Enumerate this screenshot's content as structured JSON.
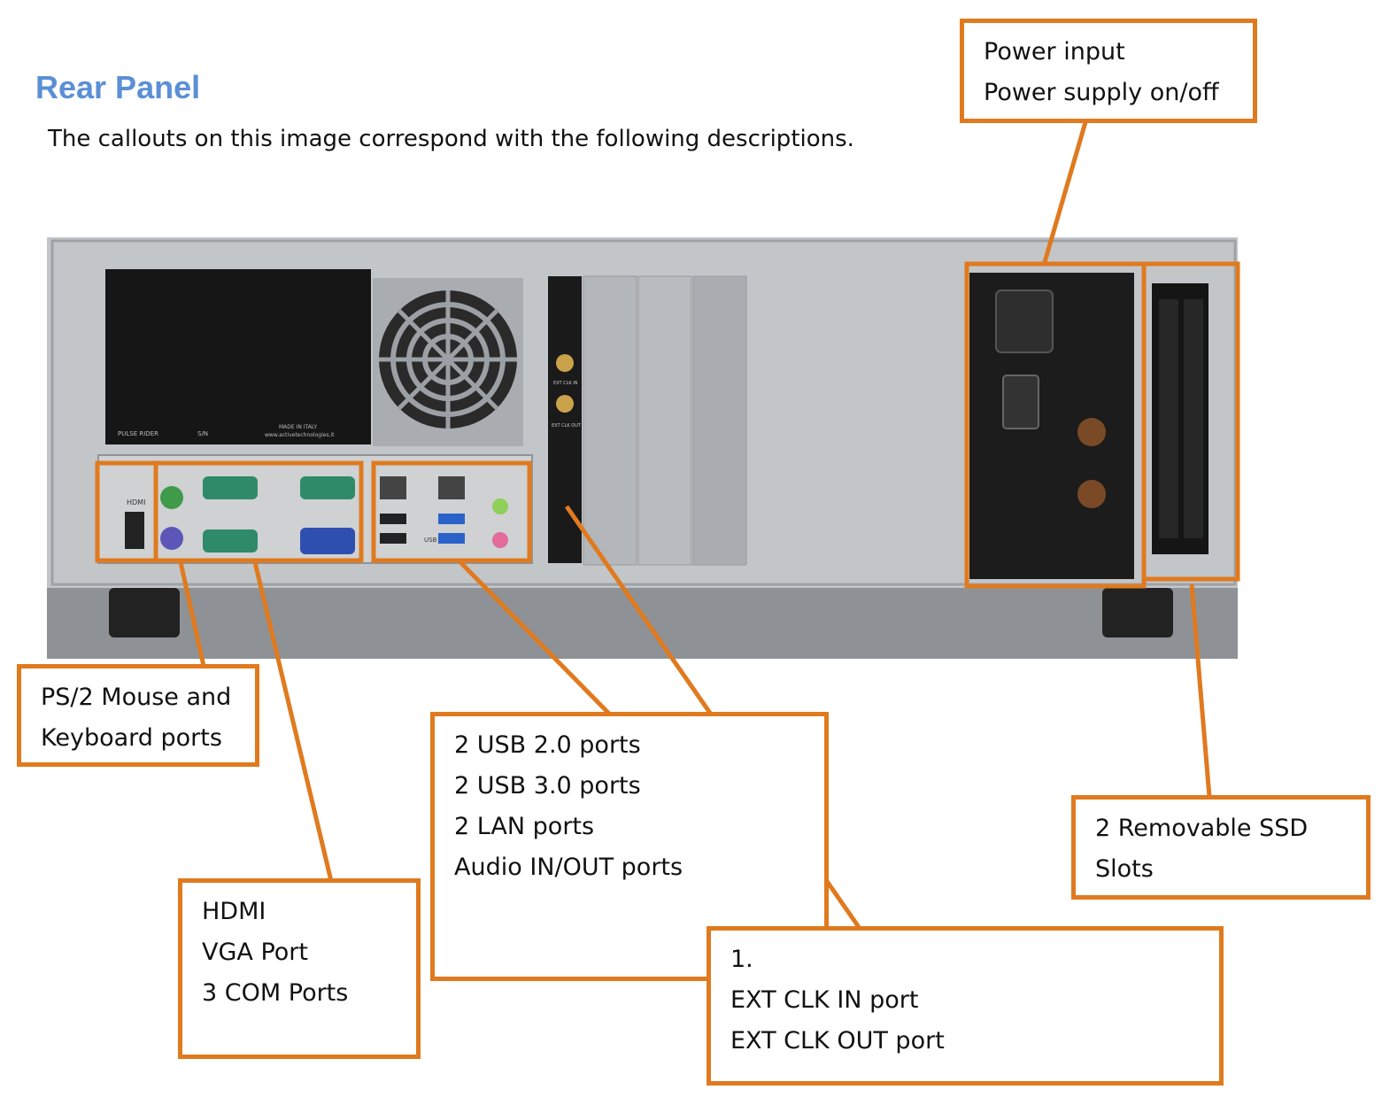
{
  "heading": "Rear Panel",
  "intro": "The callouts on this image correspond with the following descriptions.",
  "colors": {
    "heading": "#5b8fd6",
    "callout_border": "#e07a1f"
  },
  "callouts": {
    "power": [
      "Power input",
      "Power supply on/off"
    ],
    "ps2": [
      "PS/2 Mouse and",
      "Keyboard ports"
    ],
    "usb": [
      "2 USB 2.0 ports",
      "2 USB 3.0 ports",
      "2 LAN ports",
      "Audio IN/OUT ports"
    ],
    "ssd": [
      "2 Removable SSD",
      "Slots"
    ],
    "video": [
      "HDMI",
      "VGA Port",
      "3 COM Ports"
    ],
    "clock": [
      "1.",
      "EXT CLK IN port",
      "EXT CLK OUT port"
    ]
  },
  "photo_labels": {
    "made_in": "MADE IN ITALY",
    "website": "www.activetechnologies.it",
    "model": "PULSE RIDER",
    "serial": "S/N",
    "hdmi": "HDMI",
    "usb": "USB",
    "ext_clk_in": "EXT CLK IN",
    "ext_clk_out": "EXT CLK OUT"
  }
}
